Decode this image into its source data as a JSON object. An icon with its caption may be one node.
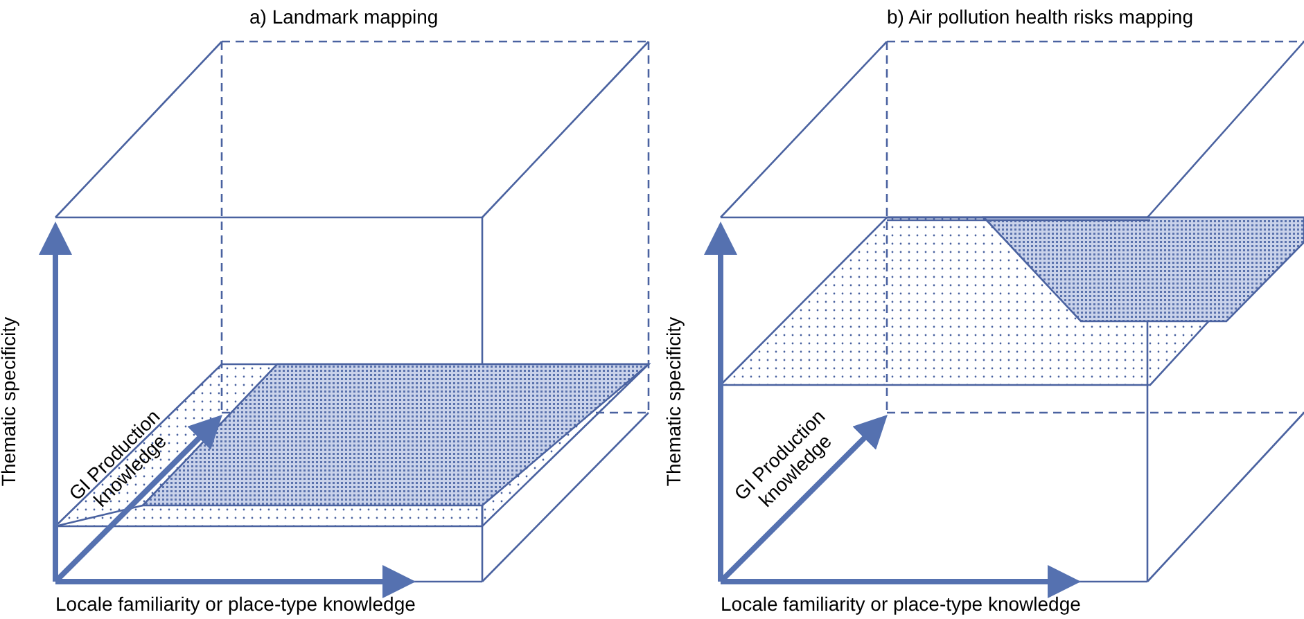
{
  "diagram": {
    "labels": [
      "a) Landmark mapping",
      "b) Air pollution  health risks mapping",
      "Thematic specificity",
      "GI Production knowledge",
      "Locale familiarity or place-type knowledge",
      "Thematic specificity",
      "GI Production knowledge",
      "Locale familiarity or place-type knowledge"
    ]
  }
}
